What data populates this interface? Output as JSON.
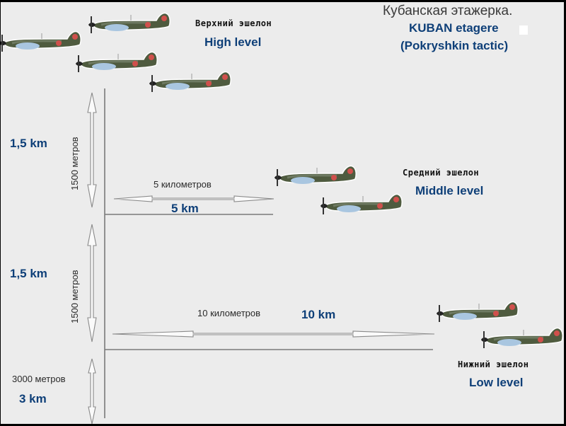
{
  "title": {
    "russian": "Кубанская этажерка.",
    "english_line1": "KUBAN etagere",
    "english_line2": "(Pokryshkin tactic)"
  },
  "levels": {
    "high": {
      "russian": "Верхний эшелон",
      "english": "High level",
      "aircraft_count": 4
    },
    "middle": {
      "russian": "Средний эшелон",
      "english": "Middle level",
      "aircraft_count": 2
    },
    "low": {
      "russian": "Нижний эшелон",
      "english": "Low level",
      "aircraft_count": 2
    }
  },
  "vertical_separations": [
    {
      "russian": "1500 метров",
      "english": "1,5 km"
    },
    {
      "russian": "1500 метров",
      "english": "1,5 km"
    },
    {
      "russian": "3000 метров",
      "english": "3 km"
    }
  ],
  "horizontal_separations": [
    {
      "russian": "5 километров",
      "english": "5 km"
    },
    {
      "russian": "10 километров",
      "english": "10 km"
    }
  ],
  "colors": {
    "background": "#ececec",
    "english_text": "#0e3f78",
    "line": "#7a7a7a",
    "aircraft_camo_green": "#4d5a3c",
    "aircraft_belly": "#a9c6e0",
    "roundel_red": "#d0504c"
  }
}
